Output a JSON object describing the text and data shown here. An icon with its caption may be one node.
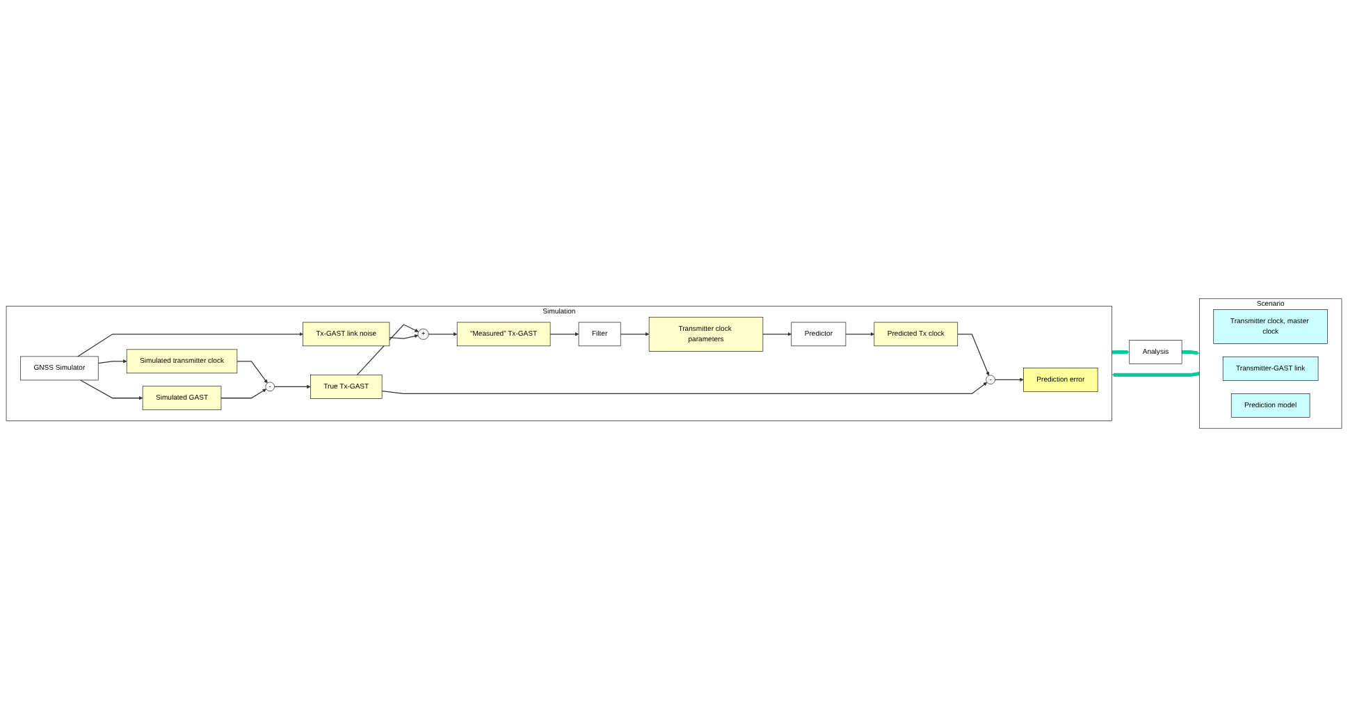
{
  "diagram": {
    "nodes": [
      {
        "text": [
          "Scenario"
        ]
      },
      {
        "text": [
          "Transmitter clock, master clock"
        ],
        "in": 0
      },
      {
        "text": [
          "Transmitter-GAST link"
        ],
        "in": 0
      },
      {
        "text": [
          "Prediction model"
        ],
        "in": 0
      },
      {
        "text": [
          "Analysis"
        ]
      },
      {
        "text": [
          "Simulation"
        ]
      },
      {
        "text": [
          "GNSS Simulator"
        ],
        "in": 5
      },
      {
        "text": [
          "Simulated transmitter clock"
        ],
        "in": 5
      },
      {
        "text": [
          "Simulated GAST"
        ],
        "in": 5
      },
      {
        "text": [
          "Tx-GAST link noise"
        ],
        "in": 5
      },
      {
        "text": [
          "-"
        ],
        "in": 5
      },
      {
        "text": [
          "True Tx-GAST"
        ],
        "in": 5
      },
      {
        "text": [
          "+"
        ],
        "in": 5
      },
      {
        "text": [
          "-"
        ],
        "in": 5
      },
      {
        "text": [
          "Prediction error"
        ],
        "in": 5
      },
      {
        "text": [
          "Predicted Tx clock"
        ],
        "in": 5
      },
      {
        "text": [
          "Predictor"
        ],
        "in": 5
      },
      {
        "text": [
          "“Measured” Tx-GAST"
        ],
        "in": 5
      },
      {
        "text": [
          "Filter"
        ],
        "in": 5
      },
      {
        "text": [
          "Transmitter clock parameters"
        ],
        "in": 5
      }
    ],
    "edges": [
      {
        "from": 4,
        "to": 0,
        "arrow": "to",
        "style": "thick",
        "color": "#00cc99"
      },
      {
        "from": 0,
        "to": 5,
        "arrow": "to",
        "style": "thick",
        "color": "#00cc99"
      },
      {
        "from": 5,
        "to": 4,
        "arrow": "to",
        "style": "thick",
        "color": "#00cc99"
      },
      {
        "from": 6,
        "to": 7,
        "arrow": "to"
      },
      {
        "from": 6,
        "to": 8,
        "arrow": "to"
      },
      {
        "from": 6,
        "to": 9,
        "arrow": "to"
      },
      {
        "from": 7,
        "to": 10,
        "arrow": "to"
      },
      {
        "from": 8,
        "to": 10,
        "arrow": "to"
      },
      {
        "from": 10,
        "to": 11,
        "arrow": "to"
      },
      {
        "from": 11,
        "to": 12,
        "arrow": "to"
      },
      {
        "from": 9,
        "to": 12,
        "arrow": "to"
      },
      {
        "from": 12,
        "to": 17,
        "arrow": "to"
      },
      {
        "from": 17,
        "to": 18,
        "arrow": "to"
      },
      {
        "from": 18,
        "to": 19,
        "arrow": "to"
      },
      {
        "from": 19,
        "to": 16,
        "arrow": "to"
      },
      {
        "from": 16,
        "to": 15,
        "arrow": "to"
      },
      {
        "from": 15,
        "to": 13,
        "arrow": "to"
      },
      {
        "from": 11,
        "to": 13,
        "arrow": "to"
      },
      {
        "from": 13,
        "to": 14,
        "arrow": "to"
      }
    ]
  }
}
